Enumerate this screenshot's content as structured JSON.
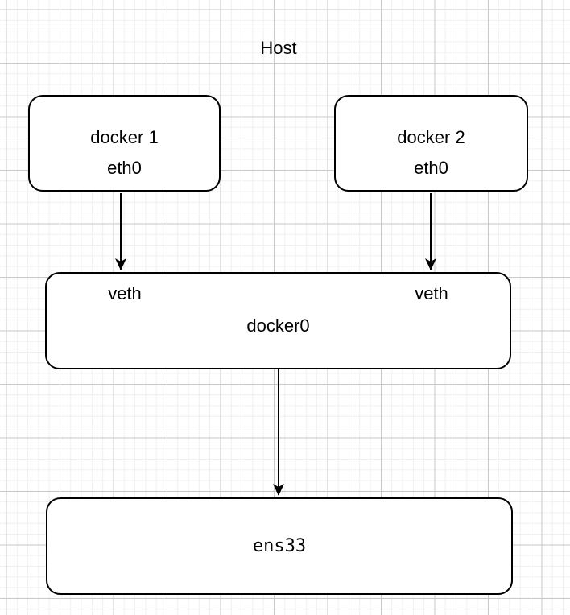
{
  "diagram": {
    "title": "Host",
    "colors": {
      "node_stroke": "#000000",
      "node_fill": "#ffffff",
      "text": "#000000",
      "grid_minor": "#f0f0f0",
      "grid_major": "#c9c9c9",
      "canvas_background": "#ffffff"
    },
    "nodes": {
      "docker1": {
        "label": "docker 1",
        "interface": "eth0"
      },
      "docker2": {
        "label": "docker 2",
        "interface": "eth0"
      },
      "docker0": {
        "label": "docker0",
        "left_port": "veth",
        "right_port": "veth"
      },
      "ens33": {
        "label": "ens33"
      }
    },
    "edges": [
      {
        "from": "docker1 eth0",
        "to": "docker0 veth (left)"
      },
      {
        "from": "docker2 eth0",
        "to": "docker0 veth (right)"
      },
      {
        "from": "docker0",
        "to": "ens33"
      }
    ]
  }
}
